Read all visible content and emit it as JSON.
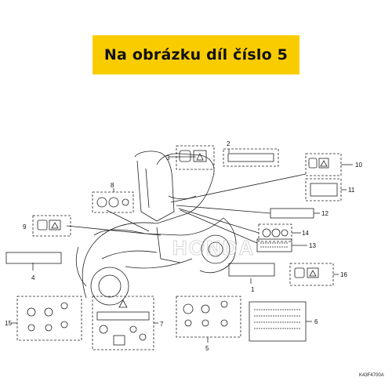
{
  "banner": {
    "text": "Na obrázku díl číslo 5"
  },
  "watermark": "HONDA",
  "diagram_code": "K43F4700A",
  "callouts": [
    "1",
    "2",
    "3",
    "4",
    "5",
    "6",
    "7",
    "8",
    "9",
    "10",
    "11",
    "12",
    "13",
    "14",
    "15",
    "16"
  ],
  "colors": {
    "banner": "#f9cc00",
    "ink": "#111111"
  }
}
